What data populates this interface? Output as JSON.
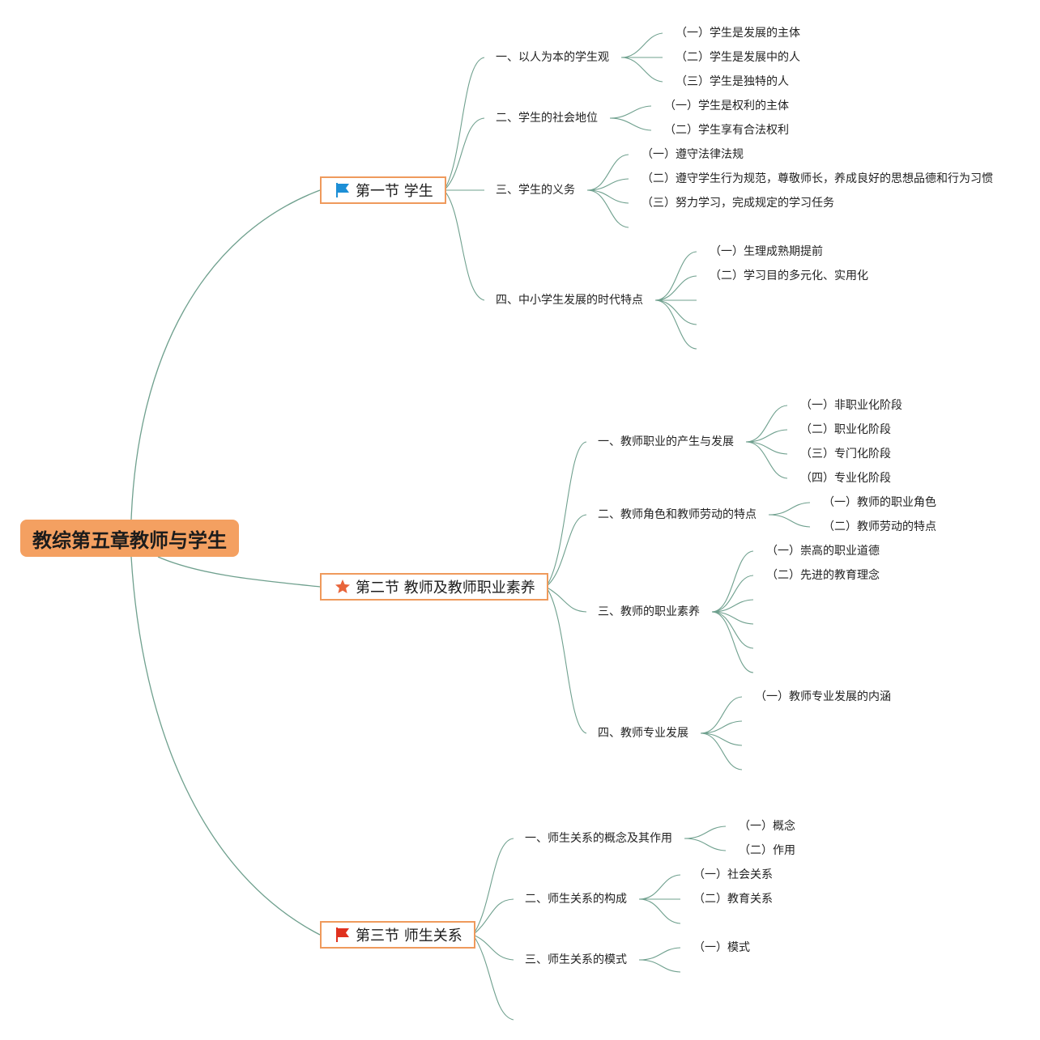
{
  "root": {
    "title": "教综第五章教师与学生"
  },
  "sections": [
    {
      "title": "第一节 学生",
      "icon": "blue-flag-icon",
      "topics": [
        {
          "label": "一、以人为本的学生观",
          "items": [
            "（一）学生是发展的主体",
            "（二）学生是发展中的人",
            "（三）学生是独特的人"
          ]
        },
        {
          "label": "二、学生的社会地位",
          "items": [
            "（一）学生是权利的主体",
            "（二）学生享有合法权利"
          ]
        },
        {
          "label": "三、学生的义务",
          "items": [
            "（一）遵守法律法规",
            "（二）遵守学生行为规范，尊敬师长，养成良好的思想品德和行为习惯",
            "（三）努力学习，完成规定的学习任务"
          ]
        },
        {
          "label": "四、中小学生发展的时代特点",
          "items": [
            "（一）生理成熟期提前",
            "（二）学习目的多元化、实用化"
          ]
        }
      ]
    },
    {
      "title": "第二节 教师及教师职业素养",
      "icon": "orange-star-icon",
      "topics": [
        {
          "label": "一、教师职业的产生与发展",
          "items": [
            "（一）非职业化阶段",
            "（二）职业化阶段",
            "（三）专门化阶段",
            "（四）专业化阶段"
          ]
        },
        {
          "label": "二、教师角色和教师劳动的特点",
          "items": [
            "（一）教师的职业角色",
            "（二）教师劳动的特点"
          ]
        },
        {
          "label": "三、教师的职业素养",
          "items": [
            "（一）崇高的职业道德",
            "（二）先进的教育理念"
          ]
        },
        {
          "label": "四、教师专业发展",
          "items": [
            "（一）教师专业发展的内涵"
          ]
        }
      ]
    },
    {
      "title": "第三节 师生关系",
      "icon": "red-flag-icon",
      "topics": [
        {
          "label": "一、师生关系的概念及其作用",
          "items": [
            "（一）概念",
            "（二）作用"
          ]
        },
        {
          "label": "二、师生关系的构成",
          "items": [
            "（一）社会关系",
            "（二）教育关系"
          ]
        },
        {
          "label": "三、师生关系的模式",
          "items": [
            "（一）模式"
          ]
        }
      ]
    }
  ],
  "colors": {
    "root_fill": "#f4a061",
    "section_border": "#ef9a5c",
    "connector": "#6fa08e",
    "blue_flag": "#1d8fd6",
    "orange_star": "#e8643a",
    "red_flag": "#e0301e"
  }
}
